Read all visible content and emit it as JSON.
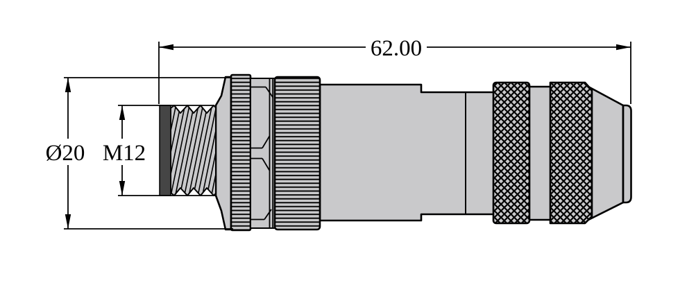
{
  "figure": {
    "subject": "M12 connector side-view dimensional drawing"
  },
  "dimensions": {
    "overall_length": {
      "label": "62.00"
    },
    "outer_diameter": {
      "label": "Ø20"
    },
    "thread": {
      "label": "M12"
    }
  },
  "colors": {
    "outline": "#000000",
    "metal_fill": "#c9c9cb",
    "gasket_fill": "#454545",
    "background": "#ffffff"
  }
}
